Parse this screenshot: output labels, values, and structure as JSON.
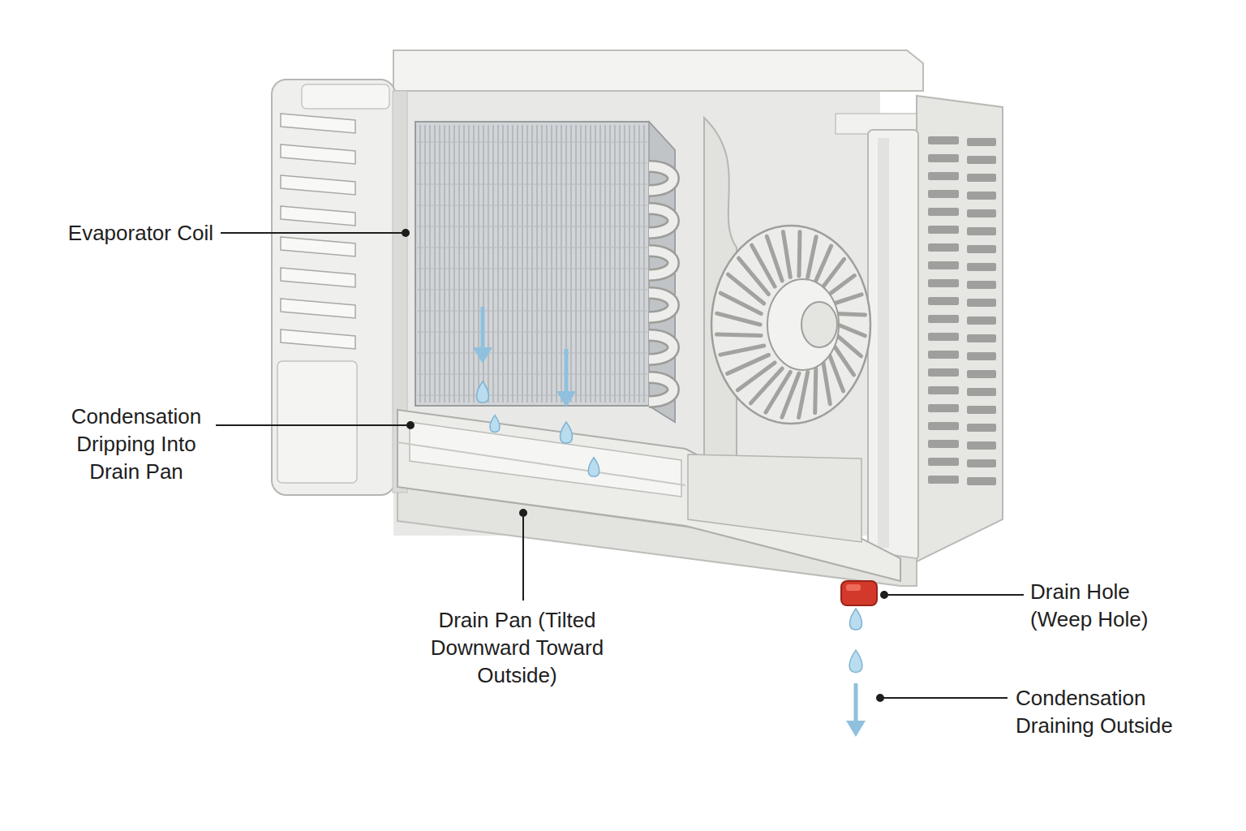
{
  "diagram": {
    "labels": [
      "Evaporator Coil",
      "Condensation Dripping Into Drain Pan",
      "Drain Pan (Tilted Downward Toward Outside)",
      "Drain Hole (Weep Hole)",
      "Condensation Draining Outside"
    ]
  }
}
